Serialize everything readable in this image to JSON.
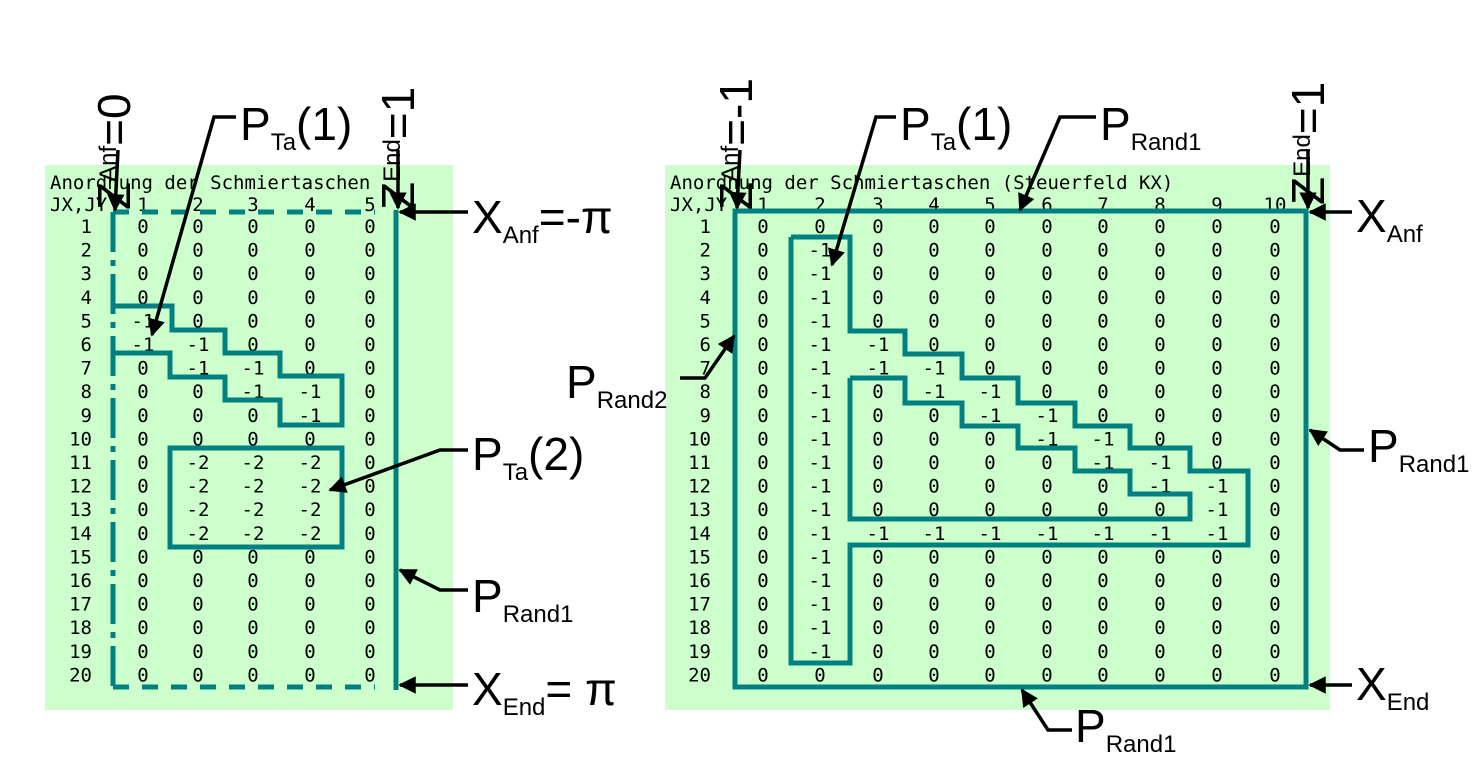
{
  "left": {
    "title": "Anordnung der Schmiertaschen",
    "header": "JX,JY",
    "col_labels": [
      "1",
      "2",
      "3",
      "4",
      "5"
    ],
    "row_labels": [
      "1",
      "2",
      "3",
      "4",
      "5",
      "6",
      "7",
      "8",
      "9",
      "10",
      "11",
      "12",
      "13",
      "14",
      "15",
      "16",
      "17",
      "18",
      "19",
      "20"
    ],
    "grid": [
      [
        "0",
        "0",
        "0",
        "0",
        "0"
      ],
      [
        "0",
        "0",
        "0",
        "0",
        "0"
      ],
      [
        "0",
        "0",
        "0",
        "0",
        "0"
      ],
      [
        "0",
        "0",
        "0",
        "0",
        "0"
      ],
      [
        "-1",
        "0",
        "0",
        "0",
        "0"
      ],
      [
        "-1",
        "-1",
        "0",
        "0",
        "0"
      ],
      [
        "0",
        "-1",
        "-1",
        "0",
        "0"
      ],
      [
        "0",
        "0",
        "-1",
        "-1",
        "0"
      ],
      [
        "0",
        "0",
        "0",
        "-1",
        "0"
      ],
      [
        "0",
        "0",
        "0",
        "0",
        "0"
      ],
      [
        "0",
        "-2",
        "-2",
        "-2",
        "0"
      ],
      [
        "0",
        "-2",
        "-2",
        "-2",
        "0"
      ],
      [
        "0",
        "-2",
        "-2",
        "-2",
        "0"
      ],
      [
        "0",
        "-2",
        "-2",
        "-2",
        "0"
      ],
      [
        "0",
        "0",
        "0",
        "0",
        "0"
      ],
      [
        "0",
        "0",
        "0",
        "0",
        "0"
      ],
      [
        "0",
        "0",
        "0",
        "0",
        "0"
      ],
      [
        "0",
        "0",
        "0",
        "0",
        "0"
      ],
      [
        "0",
        "0",
        "0",
        "0",
        "0"
      ],
      [
        "0",
        "0",
        "0",
        "0",
        "0"
      ]
    ],
    "labels": {
      "z_anf": {
        "base": "Z",
        "sub": "Anf",
        "suffix": "=0"
      },
      "z_end": {
        "base": "Z",
        "sub": "End",
        "suffix": "=1"
      },
      "p_ta1": {
        "base": "P",
        "sub": "Ta",
        "suffix": "(1)"
      },
      "p_ta2": {
        "base": "P",
        "sub": "Ta",
        "suffix": "(2)"
      },
      "x_anf": {
        "base": "X",
        "sub": "Anf",
        "suffix": "=-π"
      },
      "p_rand1": {
        "base": "P",
        "sub": "Rand1",
        "suffix": ""
      },
      "x_end": {
        "base": "X",
        "sub": "End",
        "suffix": "= π"
      }
    }
  },
  "right": {
    "title": "Anordnung der Schmiertaschen (Steuerfeld KX)",
    "header": "JX,JY",
    "col_labels": [
      "1",
      "2",
      "3",
      "4",
      "5",
      "6",
      "7",
      "8",
      "9",
      "10"
    ],
    "row_labels": [
      "1",
      "2",
      "3",
      "4",
      "5",
      "6",
      "7",
      "8",
      "9",
      "10",
      "11",
      "12",
      "13",
      "14",
      "15",
      "16",
      "17",
      "18",
      "19",
      "20"
    ],
    "grid": [
      [
        "0",
        "0",
        "0",
        "0",
        "0",
        "0",
        "0",
        "0",
        "0",
        "0"
      ],
      [
        "0",
        "-1",
        "0",
        "0",
        "0",
        "0",
        "0",
        "0",
        "0",
        "0"
      ],
      [
        "0",
        "-1",
        "0",
        "0",
        "0",
        "0",
        "0",
        "0",
        "0",
        "0"
      ],
      [
        "0",
        "-1",
        "0",
        "0",
        "0",
        "0",
        "0",
        "0",
        "0",
        "0"
      ],
      [
        "0",
        "-1",
        "0",
        "0",
        "0",
        "0",
        "0",
        "0",
        "0",
        "0"
      ],
      [
        "0",
        "-1",
        "-1",
        "0",
        "0",
        "0",
        "0",
        "0",
        "0",
        "0"
      ],
      [
        "0",
        "-1",
        "-1",
        "-1",
        "0",
        "0",
        "0",
        "0",
        "0",
        "0"
      ],
      [
        "0",
        "-1",
        "0",
        "-1",
        "-1",
        "0",
        "0",
        "0",
        "0",
        "0"
      ],
      [
        "0",
        "-1",
        "0",
        "0",
        "-1",
        "-1",
        "0",
        "0",
        "0",
        "0"
      ],
      [
        "0",
        "-1",
        "0",
        "0",
        "0",
        "-1",
        "-1",
        "0",
        "0",
        "0"
      ],
      [
        "0",
        "-1",
        "0",
        "0",
        "0",
        "0",
        "-1",
        "-1",
        "0",
        "0"
      ],
      [
        "0",
        "-1",
        "0",
        "0",
        "0",
        "0",
        "0",
        "-1",
        "-1",
        "0"
      ],
      [
        "0",
        "-1",
        "0",
        "0",
        "0",
        "0",
        "0",
        "0",
        "-1",
        "0"
      ],
      [
        "0",
        "-1",
        "-1",
        "-1",
        "-1",
        "-1",
        "-1",
        "-1",
        "-1",
        "0"
      ],
      [
        "0",
        "-1",
        "0",
        "0",
        "0",
        "0",
        "0",
        "0",
        "0",
        "0"
      ],
      [
        "0",
        "-1",
        "0",
        "0",
        "0",
        "0",
        "0",
        "0",
        "0",
        "0"
      ],
      [
        "0",
        "-1",
        "0",
        "0",
        "0",
        "0",
        "0",
        "0",
        "0",
        "0"
      ],
      [
        "0",
        "-1",
        "0",
        "0",
        "0",
        "0",
        "0",
        "0",
        "0",
        "0"
      ],
      [
        "0",
        "-1",
        "0",
        "0",
        "0",
        "0",
        "0",
        "0",
        "0",
        "0"
      ],
      [
        "0",
        "0",
        "0",
        "0",
        "0",
        "0",
        "0",
        "0",
        "0",
        "0"
      ]
    ],
    "labels": {
      "z_anf": {
        "base": "Z",
        "sub": "Anf",
        "suffix": "=-1"
      },
      "z_end": {
        "base": "Z",
        "sub": "End",
        "suffix": "=1"
      },
      "p_ta1": {
        "base": "P",
        "sub": "Ta",
        "suffix": "(1)"
      },
      "p_rand1_top": {
        "base": "P",
        "sub": "Rand1",
        "suffix": ""
      },
      "x_anf": {
        "base": "X",
        "sub": "Anf",
        "suffix": ""
      },
      "p_rand2": {
        "base": "P",
        "sub": "Rand2",
        "suffix": ""
      },
      "p_rand1_right": {
        "base": "P",
        "sub": "Rand1",
        "suffix": ""
      },
      "x_end": {
        "base": "X",
        "sub": "End",
        "suffix": ""
      },
      "p_rand1_bottom": {
        "base": "P",
        "sub": "Rand1",
        "suffix": ""
      }
    }
  },
  "colors": {
    "panel": "#ccffcc",
    "outline": "#008080",
    "text": "#000000"
  }
}
